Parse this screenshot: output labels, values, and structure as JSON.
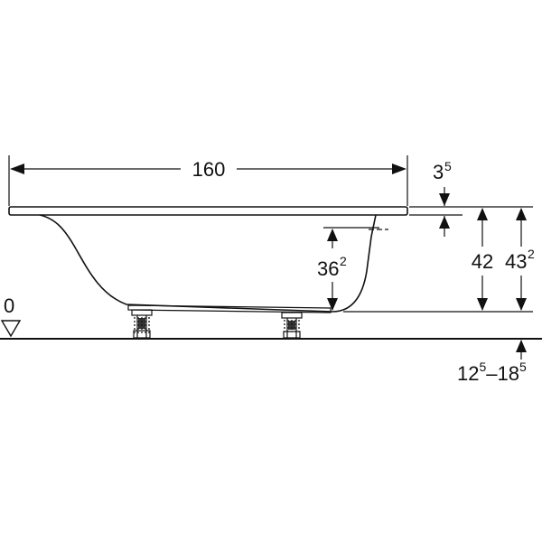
{
  "dimensions": {
    "length": {
      "main": "160",
      "sup": ""
    },
    "rim_thickness": {
      "main": "3",
      "sup": "5"
    },
    "inner_depth": {
      "main": "36",
      "sup": "2"
    },
    "depth_to_foot": {
      "main": "42",
      "sup": ""
    },
    "total_height": {
      "main": "43",
      "sup": "2"
    },
    "floor_level": {
      "main": "0",
      "sup": ""
    },
    "leg_range": {
      "a_main": "12",
      "a_sup": "5",
      "sep": "–",
      "b_main": "18",
      "b_sup": "5"
    }
  }
}
